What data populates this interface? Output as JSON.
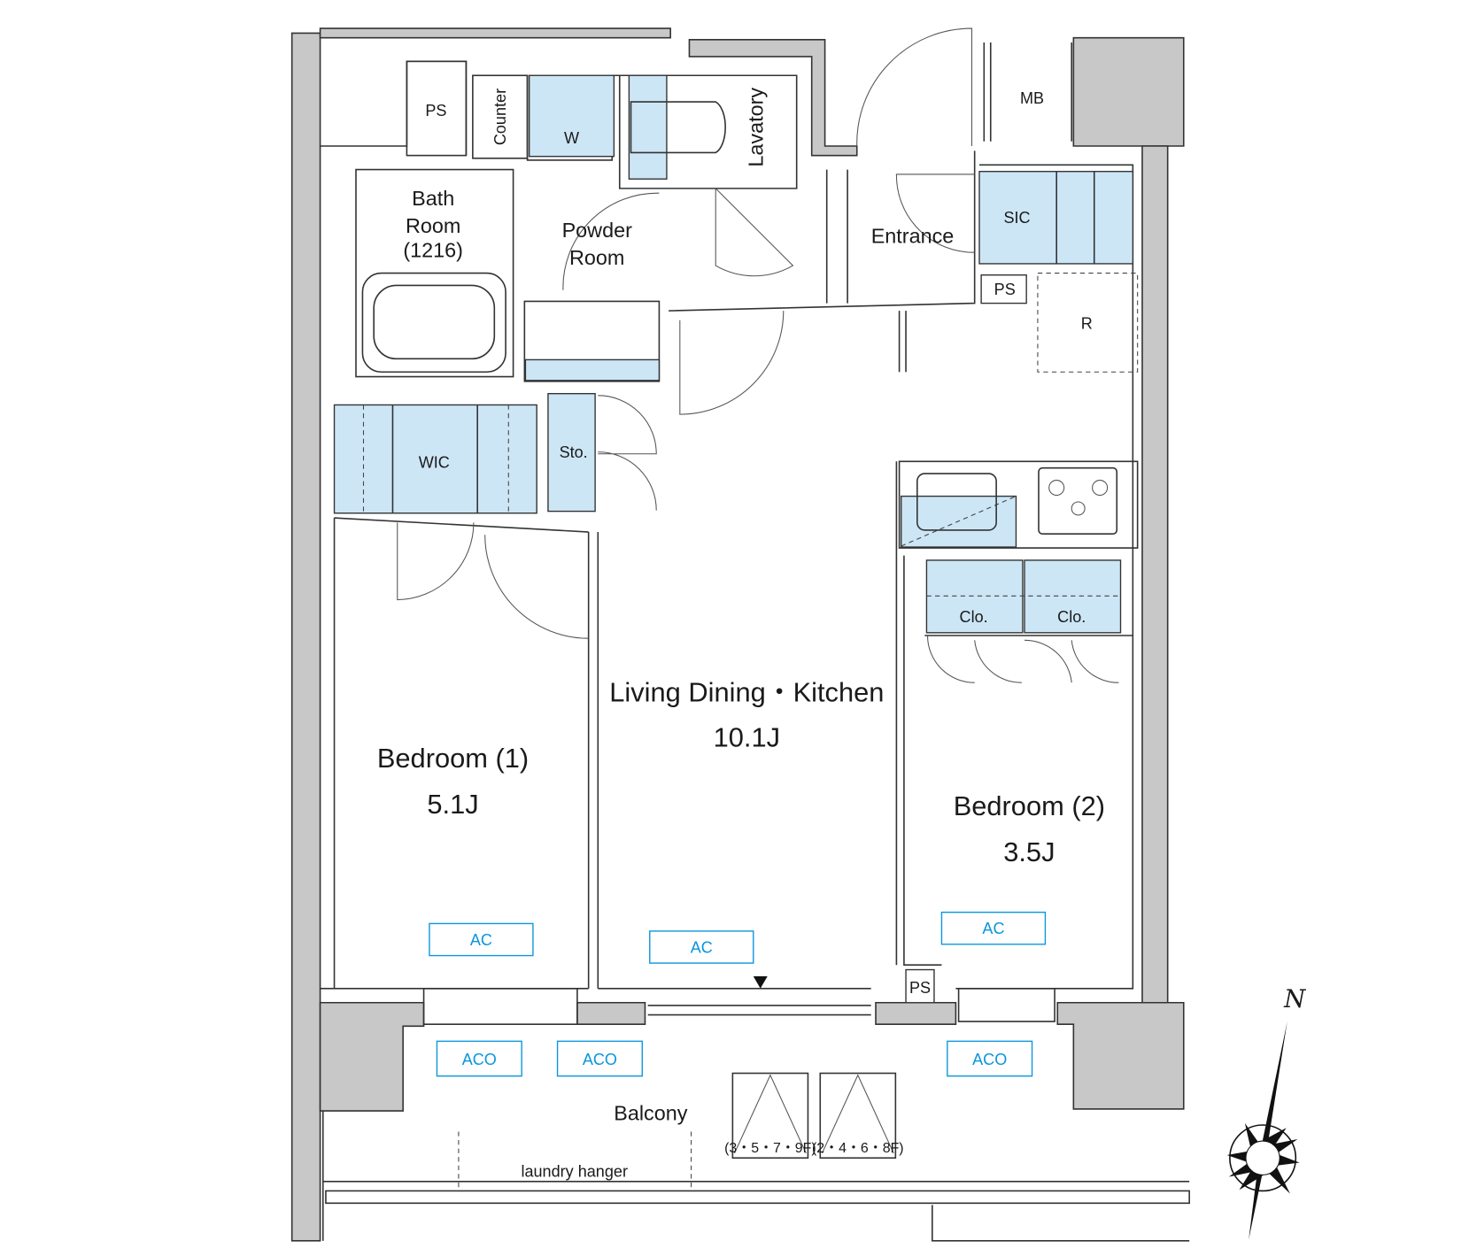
{
  "rooms": {
    "ps_top": "PS",
    "counter": "Counter",
    "washer": "W",
    "lavatory": "Lavatory",
    "mb": "MB",
    "bath_line1": "Bath",
    "bath_line2": "Room",
    "bath_line3": "(1216)",
    "powder_line1": "Powder",
    "powder_line2": "Room",
    "entrance": "Entrance",
    "sic": "SIC",
    "ps_entrance": "PS",
    "refrigerator": "R",
    "wic": "WIC",
    "storage": "Sto.",
    "closet1": "Clo.",
    "closet2": "Clo.",
    "ldk_name": "Living Dining・Kitchen",
    "ldk_size": "10.1J",
    "bedroom1_name": "Bedroom (1)",
    "bedroom1_size": "5.1J",
    "bedroom2_name": "Bedroom (2)",
    "bedroom2_size": "3.5J",
    "ps_bottom": "PS",
    "balcony": "Balcony",
    "laundry_hanger": "laundry hanger",
    "hatch1": "(3・5・7・9F)",
    "hatch2": "(2・4・6・8F)"
  },
  "equipment": {
    "ac1": "AC",
    "ac2": "AC",
    "ac3": "AC",
    "aco1": "ACO",
    "aco2": "ACO",
    "aco3": "ACO"
  },
  "compass": {
    "north_label": "N"
  },
  "colors": {
    "wall": "#c8c8c8",
    "fixture": "#cce6f6",
    "ac": "#0a96dc"
  }
}
